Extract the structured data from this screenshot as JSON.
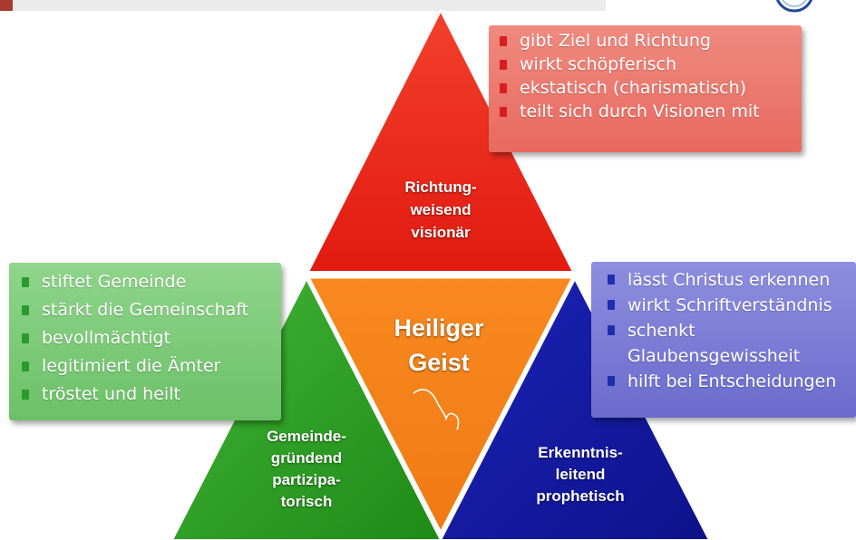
{
  "diagram": {
    "center": {
      "lines": [
        "Heiliger",
        "Geist"
      ],
      "color": "#f5821f"
    },
    "top": {
      "lines": [
        "Richtung-",
        "weisend",
        "visionär"
      ],
      "color": "#ee2b1b",
      "items": [
        "gibt Ziel und Richtung",
        "wirkt schöpferisch",
        "ekstatisch (charismatisch)",
        "teilt sich durch Visionen mit"
      ]
    },
    "left": {
      "lines": [
        "Gemeinde-",
        "gründend",
        "partizipa-",
        "torisch"
      ],
      "color": "#2ea323",
      "items": [
        "stiftet Gemeinde",
        "stärkt die Gemeinschaft",
        "bevollmächtigt",
        "legitimiert die Ämter",
        "tröstet und heilt"
      ]
    },
    "right": {
      "lines": [
        "Erkenntnis-",
        "leitend",
        "prophetisch"
      ],
      "color": "#1a1fa6",
      "items": [
        "lässt Christus erkennen",
        "wirkt Schriftverständnis",
        "schenkt",
        "Glaubensgewissheit",
        "hilft bei Entscheidungen"
      ]
    }
  }
}
